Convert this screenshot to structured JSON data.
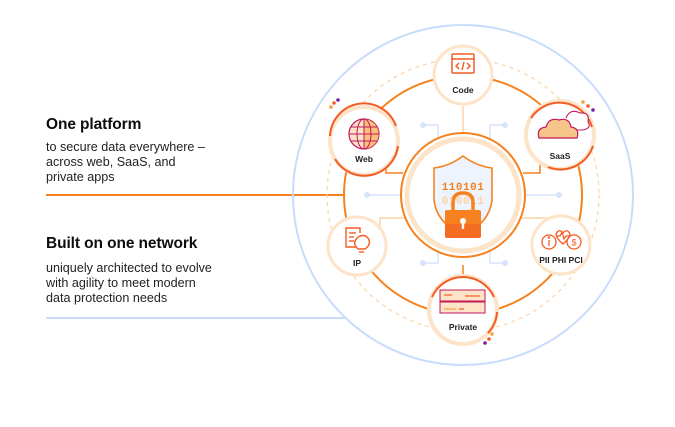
{
  "blocks": [
    {
      "title": "One platform",
      "lines": [
        "to secure data everywhere –",
        "across web, SaaS, and",
        "private apps"
      ]
    },
    {
      "title": "Built on one network",
      "lines": [
        "uniquely architected to evolve",
        "with agility to meet modern",
        "data protection needs"
      ]
    }
  ],
  "diagram": {
    "center": {
      "icon": "shield-lock-icon",
      "binary_top": "110101",
      "binary_bottom": "010011"
    },
    "nodes": [
      {
        "id": "code",
        "label": "Code",
        "icon": "code-window-icon"
      },
      {
        "id": "saas",
        "label": "SaaS",
        "icon": "cloud-icon"
      },
      {
        "id": "pii",
        "label": "PII PHI PCI",
        "icon": "info-heart-dollar-icon"
      },
      {
        "id": "private",
        "label": "Private",
        "icon": "server-icon"
      },
      {
        "id": "ip",
        "label": "IP",
        "icon": "document-lightbulb-icon"
      },
      {
        "id": "web",
        "label": "Web",
        "icon": "globe-icon"
      }
    ]
  },
  "colors": {
    "orange": "#f6821f",
    "orange_dark": "#f25c24",
    "peach": "#fde3c7",
    "light_blue": "#c9dcfb",
    "magenta": "#c2185b",
    "purple": "#7b1fa2"
  }
}
